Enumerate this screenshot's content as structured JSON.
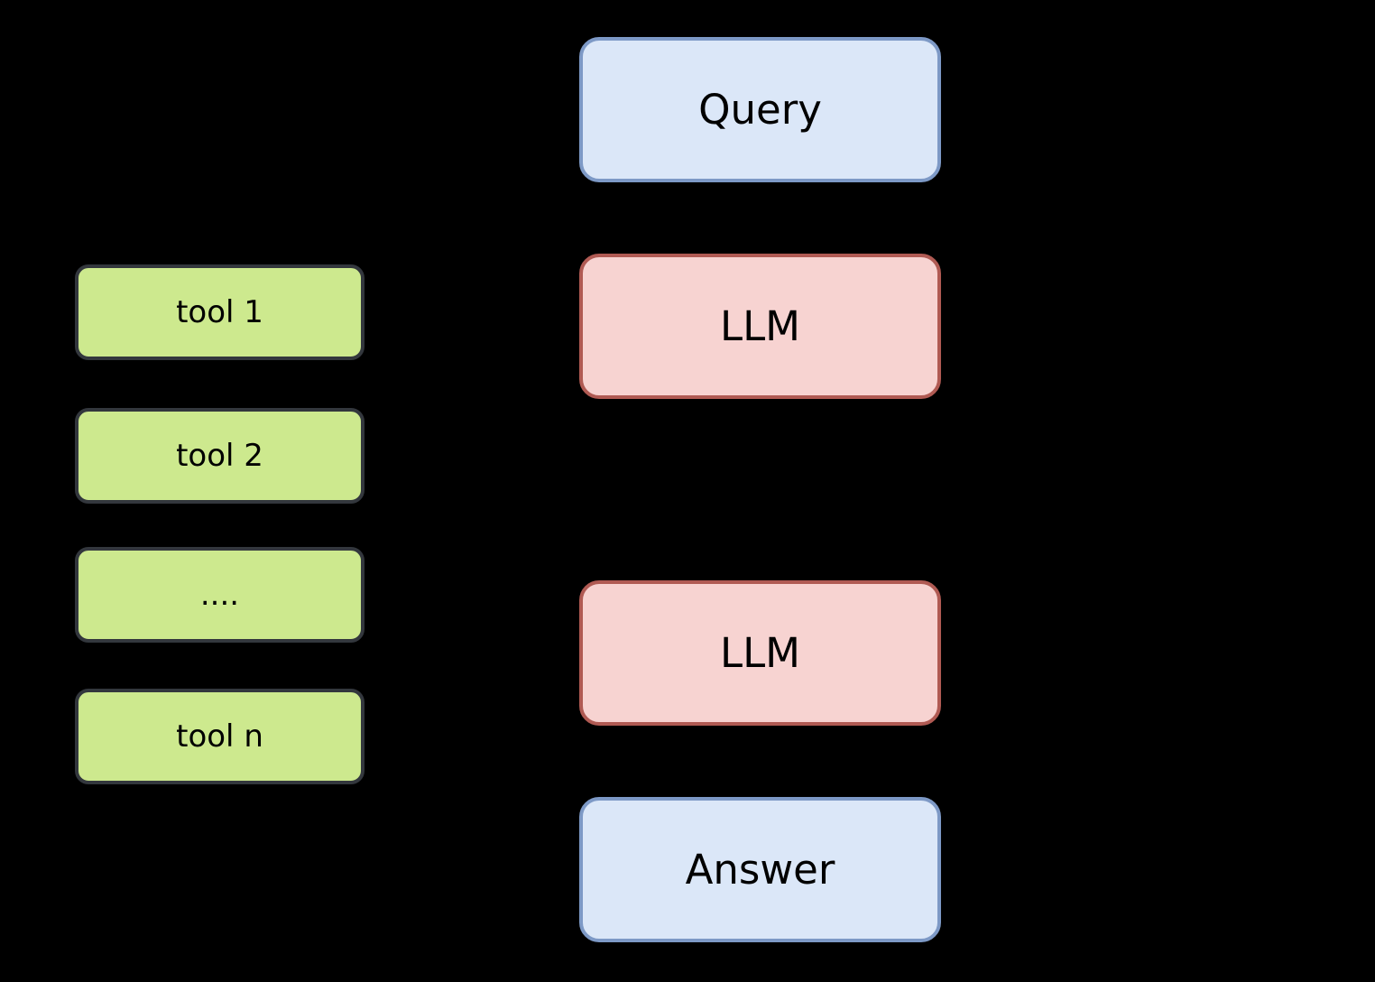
{
  "diagram": {
    "description": "LLM tool-use flow diagram",
    "flow_nodes": [
      {
        "label": "Query",
        "kind": "blue"
      },
      {
        "label": "LLM",
        "kind": "pink"
      },
      {
        "label": "LLM",
        "kind": "pink"
      },
      {
        "label": "Answer",
        "kind": "blue"
      }
    ],
    "tool_nodes": [
      {
        "label": "tool 1"
      },
      {
        "label": "tool 2"
      },
      {
        "label": "...."
      },
      {
        "label": "tool n"
      }
    ]
  },
  "colors": {
    "background": "#000000",
    "text": "#000000",
    "blue_fill": "#dbe7f8",
    "blue_border": "#7d99c6",
    "pink_fill": "#f7d3d1",
    "pink_border": "#b05a53",
    "green_fill": "#cde98e",
    "green_border": "#33373d"
  }
}
